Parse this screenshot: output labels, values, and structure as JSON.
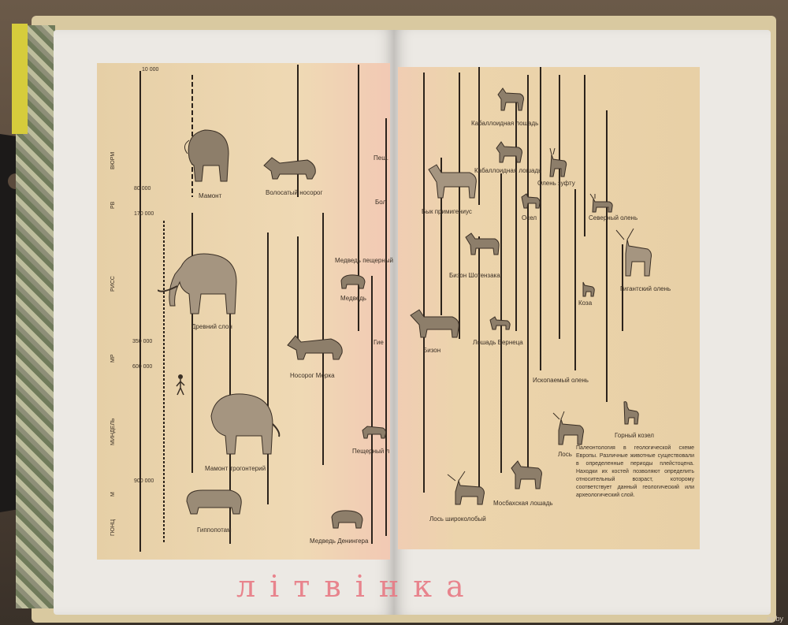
{
  "scale": {
    "labels": [
      "10 000",
      "80 000",
      "170 000",
      "350 000",
      "600 000",
      "900 000"
    ],
    "periods": [
      "ВЮРМ",
      "РВ",
      "РИСС",
      "МР",
      "МИНДЕЛЬ",
      "М",
      "ГЮНЦ"
    ]
  },
  "left_labels": {
    "mammoth": "Мамонт",
    "woolly_rhino": "Волосатый носорог",
    "ancient_elephant": "Древний слон",
    "merck_rhino": "Носорог Мерка",
    "trogontherium_mammoth": "Мамонт трогонтерий",
    "hippo": "Гиппопотам",
    "bear": "Медведь",
    "cave_bear_fragment": "Медведь пещерный",
    "cave_lion": "Пещерный л",
    "deninger_bear": "Медведь Денингера",
    "gen": "Гие",
    "pesh": "Пещ.",
    "bol": "Бол"
  },
  "right_labels": {
    "kiang_horse": "Кабаллоидная лошадь",
    "kiang_horse2": "Кабаллоидная лошадь",
    "deer_daffy": "Олень зуфту",
    "bison_priscus": "Бык примигениус",
    "donkey": "Осел",
    "reindeer": "Северный олень",
    "bison_schoetensack": "Бизон Шотензака",
    "goat": "Коза",
    "giant_deer": "Гигантский олень",
    "bison": "Бизон",
    "vernet_horse": "Лошадь Вернеца",
    "fossil_deer": "Ископаемый олень",
    "mountain_goat": "Горный козел",
    "elk": "Лось",
    "mosbach_horse": "Мосбахская лошадь",
    "broadfront_elk": "Лось широколобый"
  },
  "caption": "Палеонтология в геологической схеме Европы. Различные животные существовали в определенные периоды плейстоцена. Находки их костей позволяют определить относительный возраст, которому соответствует данный геологический или археологический слой.",
  "watermark": "літвінка",
  "site": "ay.by"
}
